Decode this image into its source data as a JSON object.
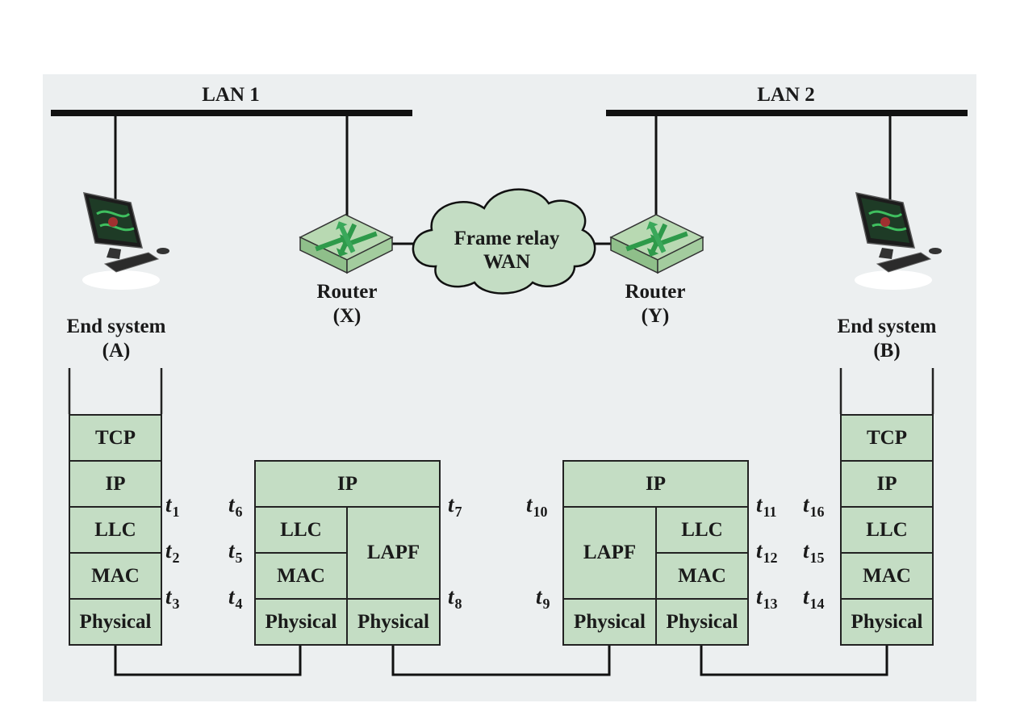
{
  "lans": {
    "lan1": "LAN 1",
    "lan2": "LAN 2"
  },
  "wan": {
    "line1": "Frame relay",
    "line2": "WAN"
  },
  "routers": {
    "x": {
      "name": "Router",
      "id": "(X)"
    },
    "y": {
      "name": "Router",
      "id": "(Y)"
    }
  },
  "end_systems": {
    "a": {
      "name": "End system",
      "id": "(A)"
    },
    "b": {
      "name": "End system",
      "id": "(B)"
    }
  },
  "layers": {
    "tcp": "TCP",
    "ip": "IP",
    "llc": "LLC",
    "mac": "MAC",
    "lapf": "LAPF",
    "physical": "Physical"
  },
  "timestamps": {
    "t1": "1",
    "t2": "2",
    "t3": "3",
    "t4": "4",
    "t5": "5",
    "t6": "6",
    "t7": "7",
    "t8": "8",
    "t9": "9",
    "t10": "10",
    "t11": "11",
    "t12": "12",
    "t13": "13",
    "t14": "14",
    "t15": "15",
    "t16": "16"
  },
  "colors": {
    "layer_fill": "#c4ddc4",
    "panel_bg": "#eceff0",
    "router_green": "#2e9a4a"
  }
}
